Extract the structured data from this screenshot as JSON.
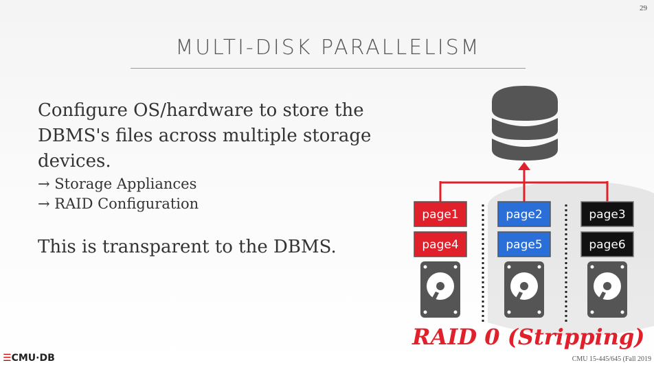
{
  "slide": {
    "page_number": "29",
    "title": "MULTI-DISK PARALLELISM",
    "paragraph1": "Configure OS/hardware to store the DBMS's files across multiple storage devices.",
    "bullets": [
      "Storage Appliances",
      "RAID Configuration"
    ],
    "bullet_arrow": "→",
    "paragraph2": "This is transparent to the DBMS.",
    "diagram": {
      "database_icon": "database-icon",
      "disk_icon": "hard-disk-icon",
      "pages": [
        "page1",
        "page2",
        "page3",
        "page4",
        "page5",
        "page6"
      ],
      "colors": {
        "red": "#e0202a",
        "blue": "#2a6ed8",
        "black": "#111111",
        "connector": "#e0202a",
        "icon": "#555555"
      },
      "caption": "RAID 0 (Stripping)"
    },
    "logo_mark": "☰",
    "logo_text": "CMU·DB",
    "footer": "CMU 15-445/645 (Fall 2019"
  }
}
